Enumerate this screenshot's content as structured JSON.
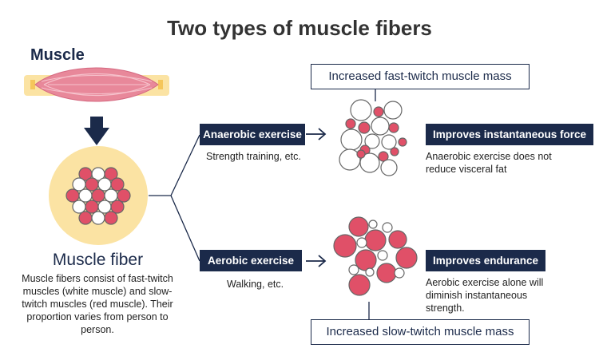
{
  "title": "Two types of muscle fibers",
  "muscle_label": "Muscle",
  "fiber_title": "Muscle fiber",
  "fiber_description": "Muscle fibers consist of fast-twitch muscles (white muscle) and slow-twitch muscles (red muscle). Their proportion varies from person to person.",
  "branches": {
    "anaerobic": {
      "label": "Anaerobic exercise",
      "example": "Strength training, etc.",
      "result_callout": "Increased fast-twitch muscle mass",
      "effect": "Improves instantaneous force",
      "note": "Anaerobic exercise does not reduce visceral fat"
    },
    "aerobic": {
      "label": "Aerobic exercise",
      "example": "Walking, etc.",
      "result_callout": "Increased slow-twitch muscle mass",
      "effect": "Improves endurance",
      "note": "Aerobic exercise alone will diminish instantaneous strength."
    }
  },
  "colors": {
    "navy": "#1b2a4a",
    "red_fiber": "#e05068",
    "white_fiber": "#ffffff",
    "fiber_outline": "#666666",
    "cream": "#fbe3a3",
    "muscle_pink": "#e8889a"
  },
  "icons": [
    "down-arrow-icon",
    "right-arrow-icon"
  ]
}
